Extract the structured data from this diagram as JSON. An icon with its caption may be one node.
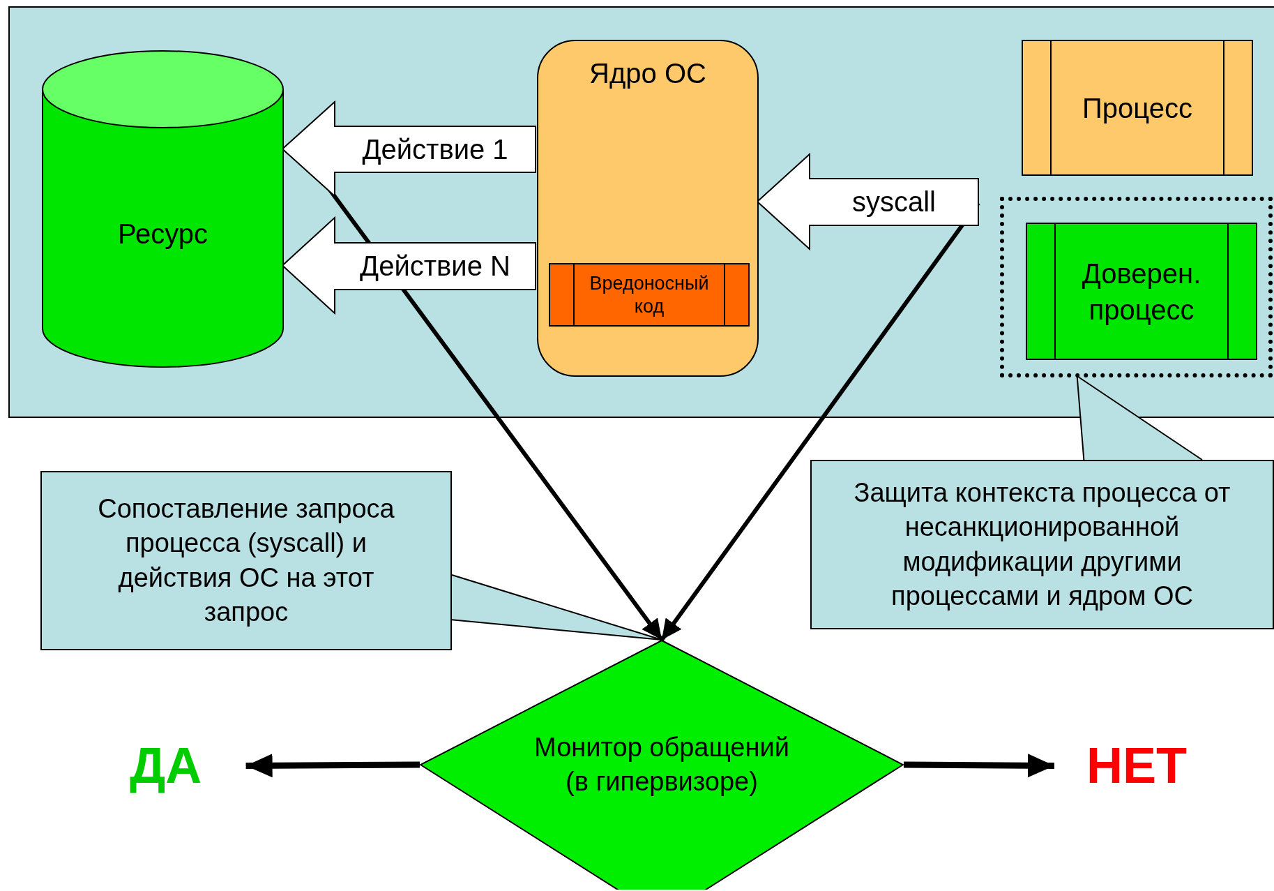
{
  "diagram": {
    "nodes": [
      {
        "text": [],
        "shape": "box"
      },
      {
        "text": [
          "Ресурс"
        ],
        "in": 0
      },
      {
        "text": [
          "Ядро ОС"
        ],
        "in": 0
      },
      {
        "text": [
          "Вредоносный код"
        ],
        "in": 2
      },
      {
        "text": [
          "Процесс"
        ],
        "in": 0
      },
      {
        "text": [],
        "shape": "box",
        "in": 0
      },
      {
        "text": [
          "Доверен. процесс"
        ],
        "in": 5
      },
      {
        "text": [
          "Сопоставление запроса процесса (syscall) и действия ОС на этот запрос"
        ]
      },
      {
        "text": [
          "Защита контекста процесса от несанкционированной модификации другими процессами и ядром ОС"
        ]
      },
      {
        "text": [
          "Монитор обращений (в гипервизоре)"
        ]
      },
      {
        "text": [
          "ДА"
        ]
      },
      {
        "text": [
          "НЕТ"
        ]
      }
    ],
    "edges": [
      {
        "from": null,
        "to": 9,
        "arrow": "to"
      },
      {
        "from": null,
        "to": 9,
        "arrow": "to"
      },
      {
        "from": 9,
        "to": 10,
        "arrow": "to"
      },
      {
        "from": 9,
        "to": 11,
        "arrow": "to"
      },
      {
        "from": 7,
        "to": 9,
        "arrow": "none"
      },
      {
        "from": 8,
        "to": 5,
        "arrow": "none"
      },
      {
        "from": 2,
        "to": 1,
        "arrow": "to",
        "label": "Действие 1"
      },
      {
        "from": 2,
        "to": 1,
        "arrow": "to",
        "label": "Действие N"
      },
      {
        "from": null,
        "to": 2,
        "arrow": "to",
        "label": "syscall"
      }
    ]
  }
}
